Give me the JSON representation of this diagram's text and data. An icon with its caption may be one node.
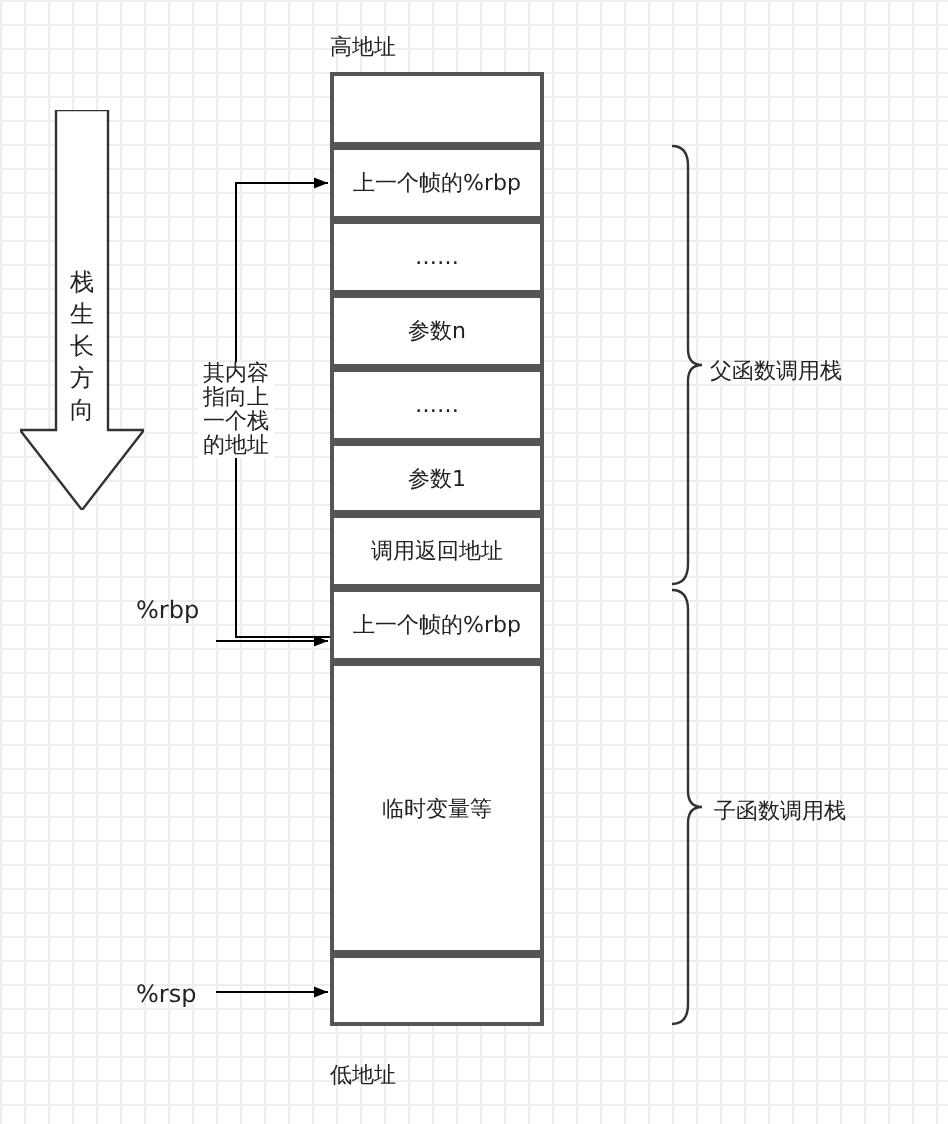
{
  "diagram": {
    "nodes": [
      {
        "text": [
          "栈生长方向"
        ]
      },
      {
        "text": [],
        "shape": "box"
      },
      {
        "text": [
          "上一个帧的%rbp"
        ]
      },
      {
        "text": [
          "……"
        ]
      },
      {
        "text": [
          "参数n"
        ]
      },
      {
        "text": [
          "……"
        ]
      },
      {
        "text": [
          "参数1"
        ]
      },
      {
        "text": [
          "调用返回地址"
        ]
      },
      {
        "text": [
          "上一个帧的%rbp"
        ]
      },
      {
        "text": [
          "临时变量等"
        ]
      },
      {
        "text": [],
        "shape": "box"
      },
      {
        "text": [
          "%rbp"
        ]
      },
      {
        "text": [
          "%rsp"
        ]
      }
    ],
    "edges": [
      {
        "from": 8,
        "to": 2,
        "arrow": "to",
        "label": "其内容指向上一个栈的地址"
      },
      {
        "from": 11,
        "to": 8,
        "arrow": "to"
      },
      {
        "from": 12,
        "to": 10,
        "arrow": "to"
      }
    ],
    "labels": [
      "高地址",
      "父函数调用栈",
      "子函数调用栈",
      "低地址"
    ]
  }
}
